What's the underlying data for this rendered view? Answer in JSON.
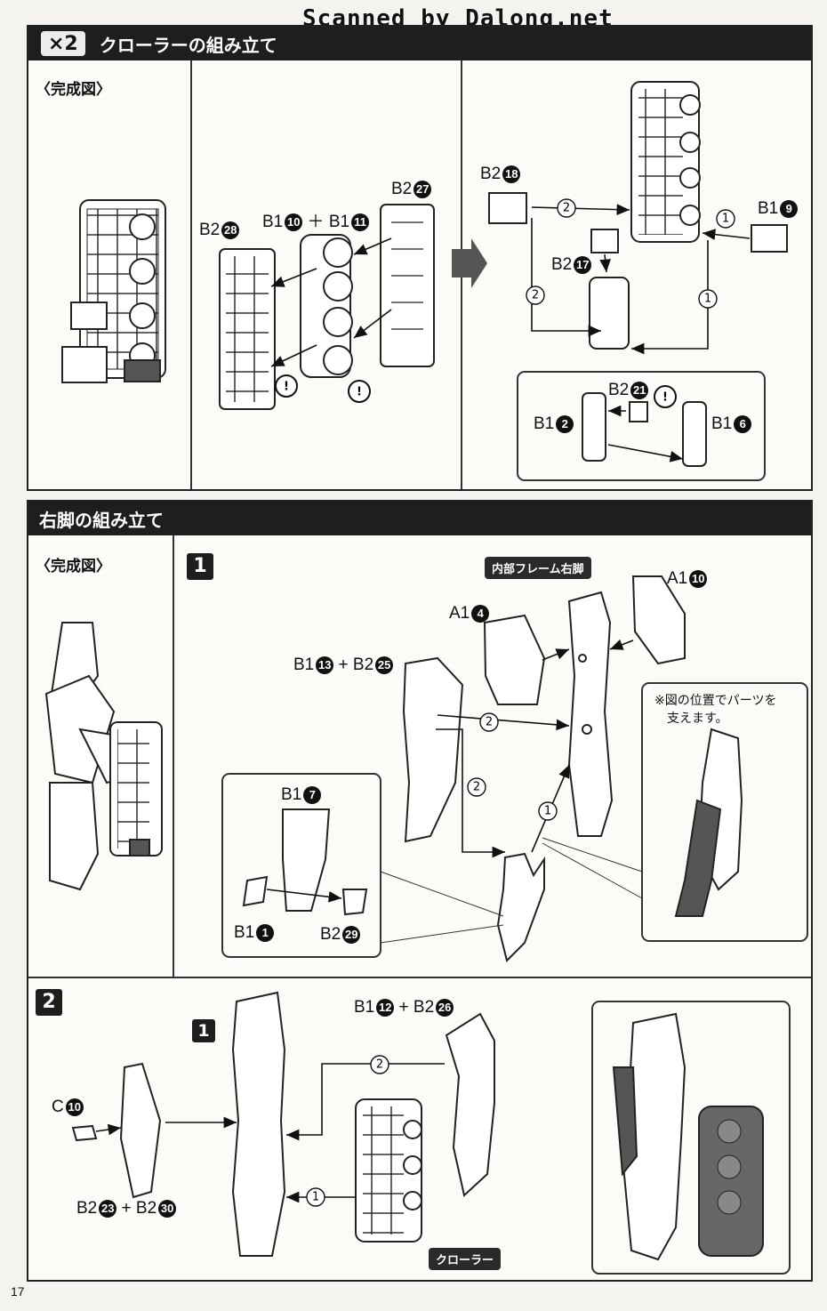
{
  "scan_credit": "Scanned by Dalong.net",
  "section1": {
    "multiplier": "×2",
    "title": "クローラーの組み立て",
    "completed_label": "〈完成図〉",
    "parts": {
      "b2_28": {
        "prefix": "B2",
        "num": "28"
      },
      "b1_10": {
        "prefix": "B1",
        "num": "10"
      },
      "b1_11": {
        "prefix": "B1",
        "num": "11"
      },
      "b2_27": {
        "prefix": "B2",
        "num": "27"
      },
      "b2_18": {
        "prefix": "B2",
        "num": "18"
      },
      "b1_9": {
        "prefix": "B1",
        "num": "9"
      },
      "b2_17": {
        "prefix": "B2",
        "num": "17"
      },
      "b2_21": {
        "prefix": "B2",
        "num": "21"
      },
      "b1_2": {
        "prefix": "B1",
        "num": "2"
      },
      "b1_6": {
        "prefix": "B1",
        "num": "6"
      }
    },
    "plus": "＋",
    "warning": "!"
  },
  "section2": {
    "title": "右脚の組み立て",
    "completed_label": "〈完成図〉",
    "step1": {
      "badge": "1",
      "frame_tag": "内部フレーム右脚",
      "note_line1": "※図の位置でパーツを",
      "note_line2": "支えます。",
      "parts": {
        "a1_10": {
          "prefix": "A1",
          "num": "10"
        },
        "a1_4": {
          "prefix": "A1",
          "num": "4"
        },
        "b1_13": {
          "prefix": "B1",
          "num": "13"
        },
        "b2_25": {
          "prefix": "B2",
          "num": "25"
        },
        "b1_7": {
          "prefix": "B1",
          "num": "7"
        },
        "b1_1": {
          "prefix": "B1",
          "num": "1"
        },
        "b2_29": {
          "prefix": "B2",
          "num": "29"
        }
      }
    },
    "step2": {
      "badge": "2",
      "ref_badge": "1",
      "crawler_tag": "クローラー",
      "parts": {
        "b1_12": {
          "prefix": "B1",
          "num": "12"
        },
        "b2_26": {
          "prefix": "B2",
          "num": "26"
        },
        "c_10": {
          "prefix": "C",
          "num": "10"
        },
        "b2_23": {
          "prefix": "B2",
          "num": "23"
        },
        "b2_30": {
          "prefix": "B2",
          "num": "30"
        }
      }
    }
  },
  "page_number": "17"
}
